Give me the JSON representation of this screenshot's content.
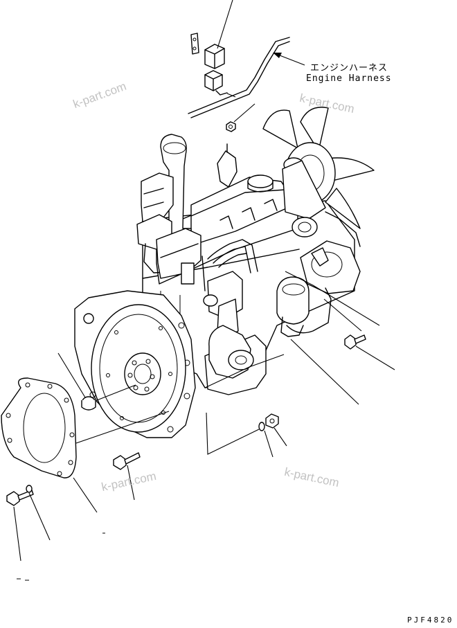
{
  "harness_label": {
    "japanese": "エンジンハーネス",
    "english": "Engine Harness"
  },
  "drawing_code": "PJF4820",
  "watermark": "k-part.com"
}
